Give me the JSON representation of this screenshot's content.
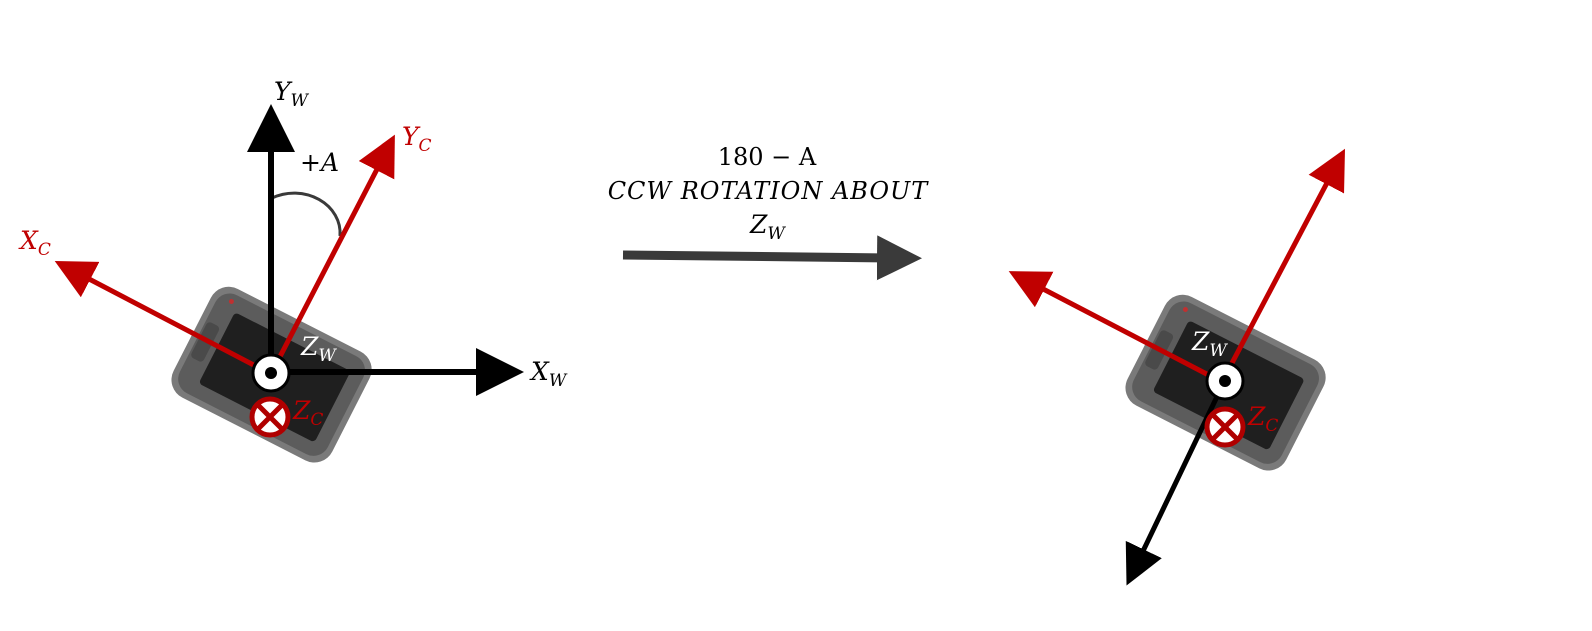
{
  "colors": {
    "world_axis": "#000000",
    "camera_axis": "#c00000",
    "transform_arrow": "#3a3a3a",
    "device_body": "#6a6a6a",
    "device_screen": "#222222"
  },
  "left_frame": {
    "y_world_label": {
      "base": "Y",
      "sub": "W"
    },
    "x_world_label": {
      "base": "X",
      "sub": "W"
    },
    "y_camera_label": {
      "base": "Y",
      "sub": "C"
    },
    "x_camera_label": {
      "base": "X",
      "sub": "C"
    },
    "z_world_label": {
      "base": "Z",
      "sub": "W"
    },
    "z_camera_label": {
      "base": "Z",
      "sub": "C"
    },
    "angle_label": "+A"
  },
  "transform": {
    "angle_text": "180 − A",
    "description": "CCW ROTATION ABOUT",
    "axis_label": {
      "base": "Z",
      "sub": "W"
    }
  },
  "right_frame": {
    "z_world_label": {
      "base": "Z",
      "sub": "W"
    },
    "z_camera_label": {
      "base": "Z",
      "sub": "C"
    }
  },
  "icons": [
    "device-icon",
    "out-of-page-icon",
    "into-page-icon"
  ]
}
